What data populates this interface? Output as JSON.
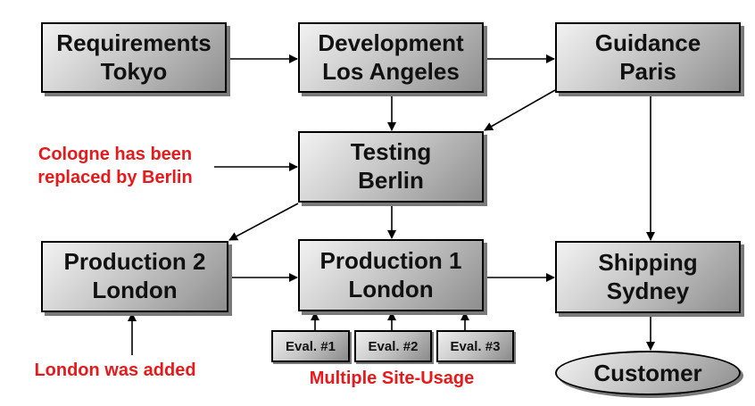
{
  "nodes": {
    "requirements": {
      "line1": "Requirements",
      "line2": "Tokyo"
    },
    "development": {
      "line1": "Development",
      "line2": "Los Angeles"
    },
    "guidance": {
      "line1": "Guidance",
      "line2": "Paris"
    },
    "testing": {
      "line1": "Testing",
      "line2": "Berlin"
    },
    "production2": {
      "line1": "Production 2",
      "line2": "London"
    },
    "production1": {
      "line1": "Production 1",
      "line2": "London"
    },
    "shipping": {
      "line1": "Shipping",
      "line2": "Sydney"
    },
    "customer": {
      "label": "Customer"
    }
  },
  "evals": [
    "Eval. #1",
    "Eval. #2",
    "Eval. #3"
  ],
  "notes": {
    "cologne_line1": "Cologne has been",
    "cologne_line2": "replaced by Berlin",
    "london_added": "London was added",
    "multiple_site_usage": "Multiple Site-Usage"
  },
  "colors": {
    "note": "#e8191a",
    "box_border": "#000000"
  }
}
